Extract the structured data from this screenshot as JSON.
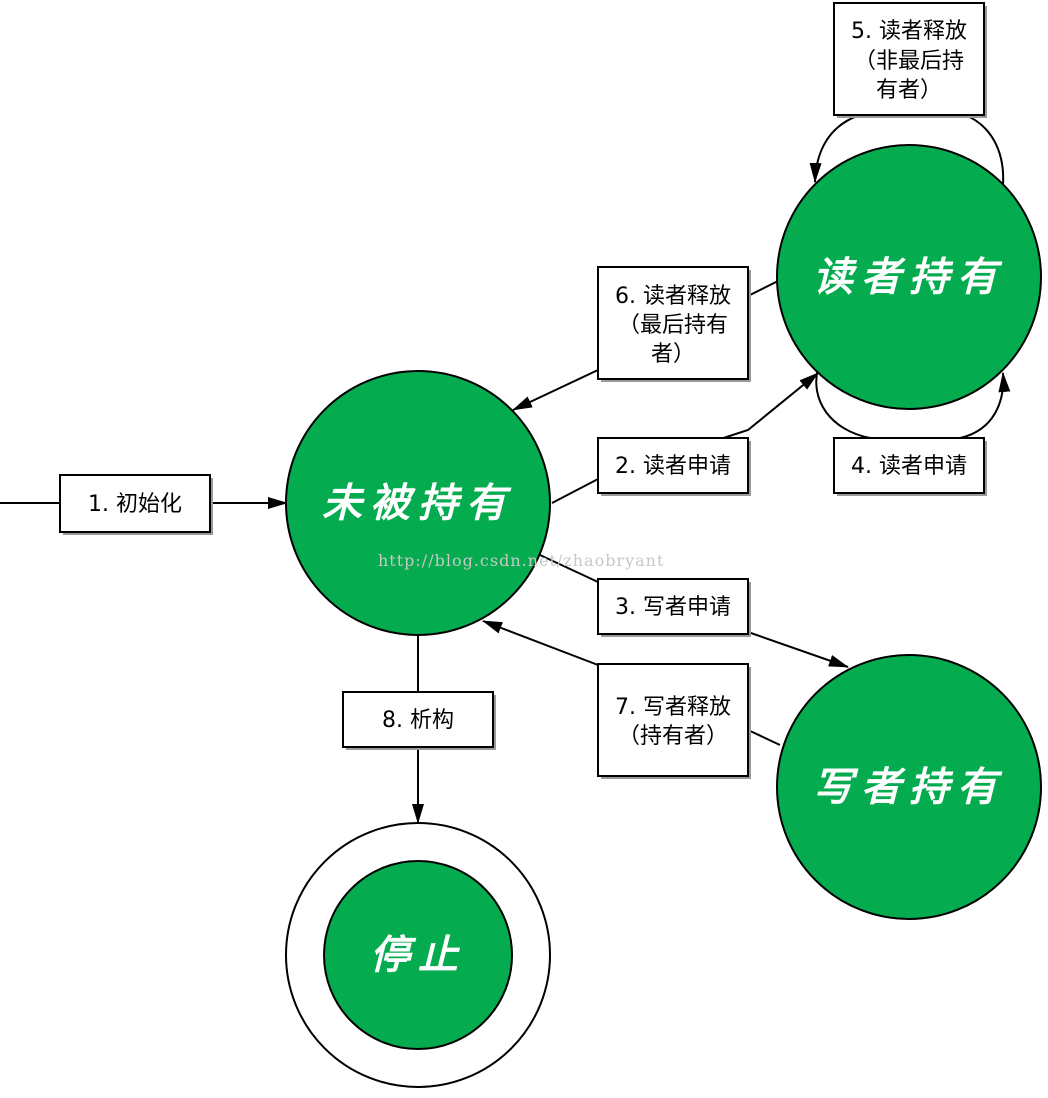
{
  "states": {
    "unheld": "未被持有",
    "reader_held": "读者持有",
    "writer_held": "写者持有",
    "stopped": "停止"
  },
  "transitions": {
    "t1": [
      "1. 初始化"
    ],
    "t2": [
      "2. 读者申请"
    ],
    "t3": [
      "3. 写者申请"
    ],
    "t4": [
      "4. 读者申请"
    ],
    "t5": [
      "5. 读者释放",
      "（非最后持",
      "有者）"
    ],
    "t6": [
      "6. 读者释放",
      "（最后持有",
      "者）"
    ],
    "t7": [
      "7. 写者释放",
      "（持有者）"
    ],
    "t8": [
      "8. 析构"
    ]
  },
  "watermark": "http://blog.csdn.net/zhaobryant",
  "colors": {
    "state_fill": "#05ac4f",
    "state_text": "#ffffff",
    "line": "#000000",
    "label_box": "#ffffff",
    "watermark": "#c8c8c8"
  }
}
